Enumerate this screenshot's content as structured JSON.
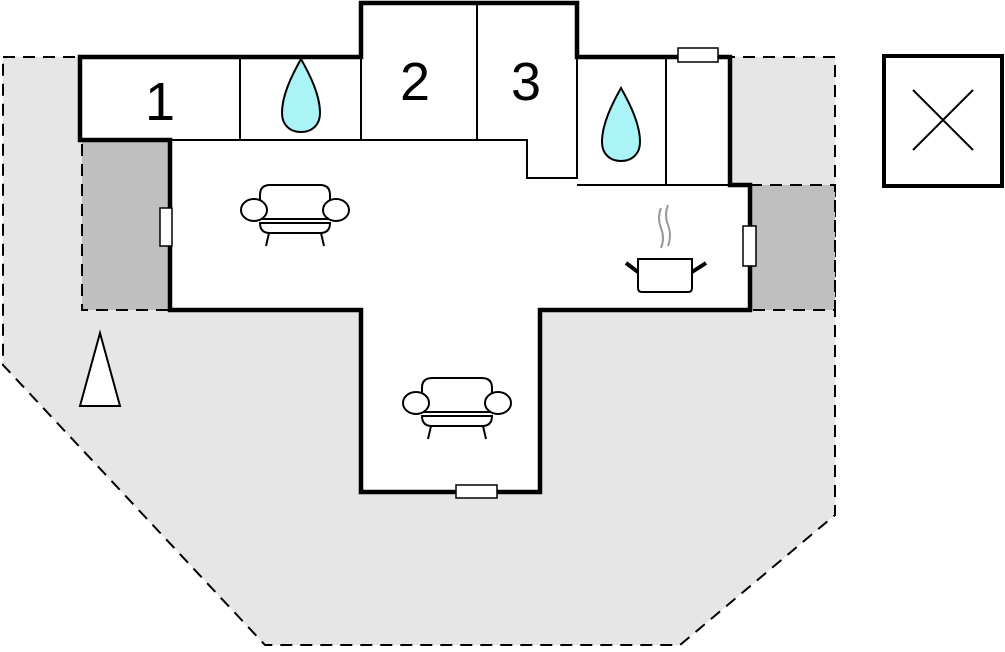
{
  "diagram": {
    "type": "floor-plan",
    "room_labels": [
      "1",
      "2",
      "3"
    ],
    "icons": [
      "water-drop-icon",
      "water-drop-icon",
      "sofa-icon",
      "sofa-icon",
      "cooking-pot-icon",
      "north-arrow-icon",
      "closed-area-x-icon"
    ],
    "colors": {
      "terrace": "#e6e6e6",
      "covered_terrace": "#bfbfbf",
      "wall": "#000000",
      "water": "#aaf4f8",
      "steam": "#999999"
    }
  }
}
